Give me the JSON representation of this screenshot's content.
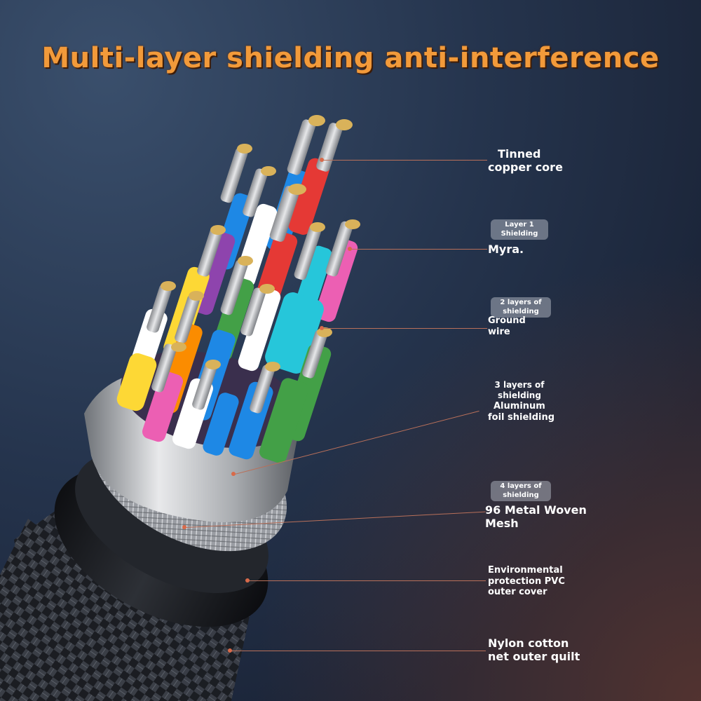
{
  "title": "Multi-layer shielding anti-interference",
  "callouts": [
    {
      "id": "core",
      "badge": "",
      "lines": [
        "Tinned",
        "copper core"
      ]
    },
    {
      "id": "layer1",
      "badge": "Layer 1 Shielding",
      "lines": [
        "Myra."
      ]
    },
    {
      "id": "layer2",
      "badge": "2 layers of shielding",
      "lines": [
        "Ground",
        "wire"
      ]
    },
    {
      "id": "layer3",
      "badge": "3 layers of shielding",
      "lines": [
        "Aluminum",
        "foil shielding"
      ]
    },
    {
      "id": "layer4",
      "badge": "4 layers of shielding",
      "lines": [
        "96 Metal Woven",
        "Mesh"
      ]
    },
    {
      "id": "pvc",
      "badge": "",
      "lines": [
        "Environmental",
        "protection PVC",
        "outer cover"
      ]
    },
    {
      "id": "nylon",
      "badge": "",
      "lines": [
        "Nylon cotton",
        "net outer quilt"
      ]
    }
  ],
  "colors": {
    "title": "#f29a3a",
    "leader_line": "#b9705a",
    "wire_colors": [
      "#e53935",
      "#1e88e5",
      "#8e44ad",
      "#fdd835",
      "#43a047",
      "#ec5fb3",
      "#26c6da",
      "#ffffff",
      "#fb8c00"
    ]
  }
}
